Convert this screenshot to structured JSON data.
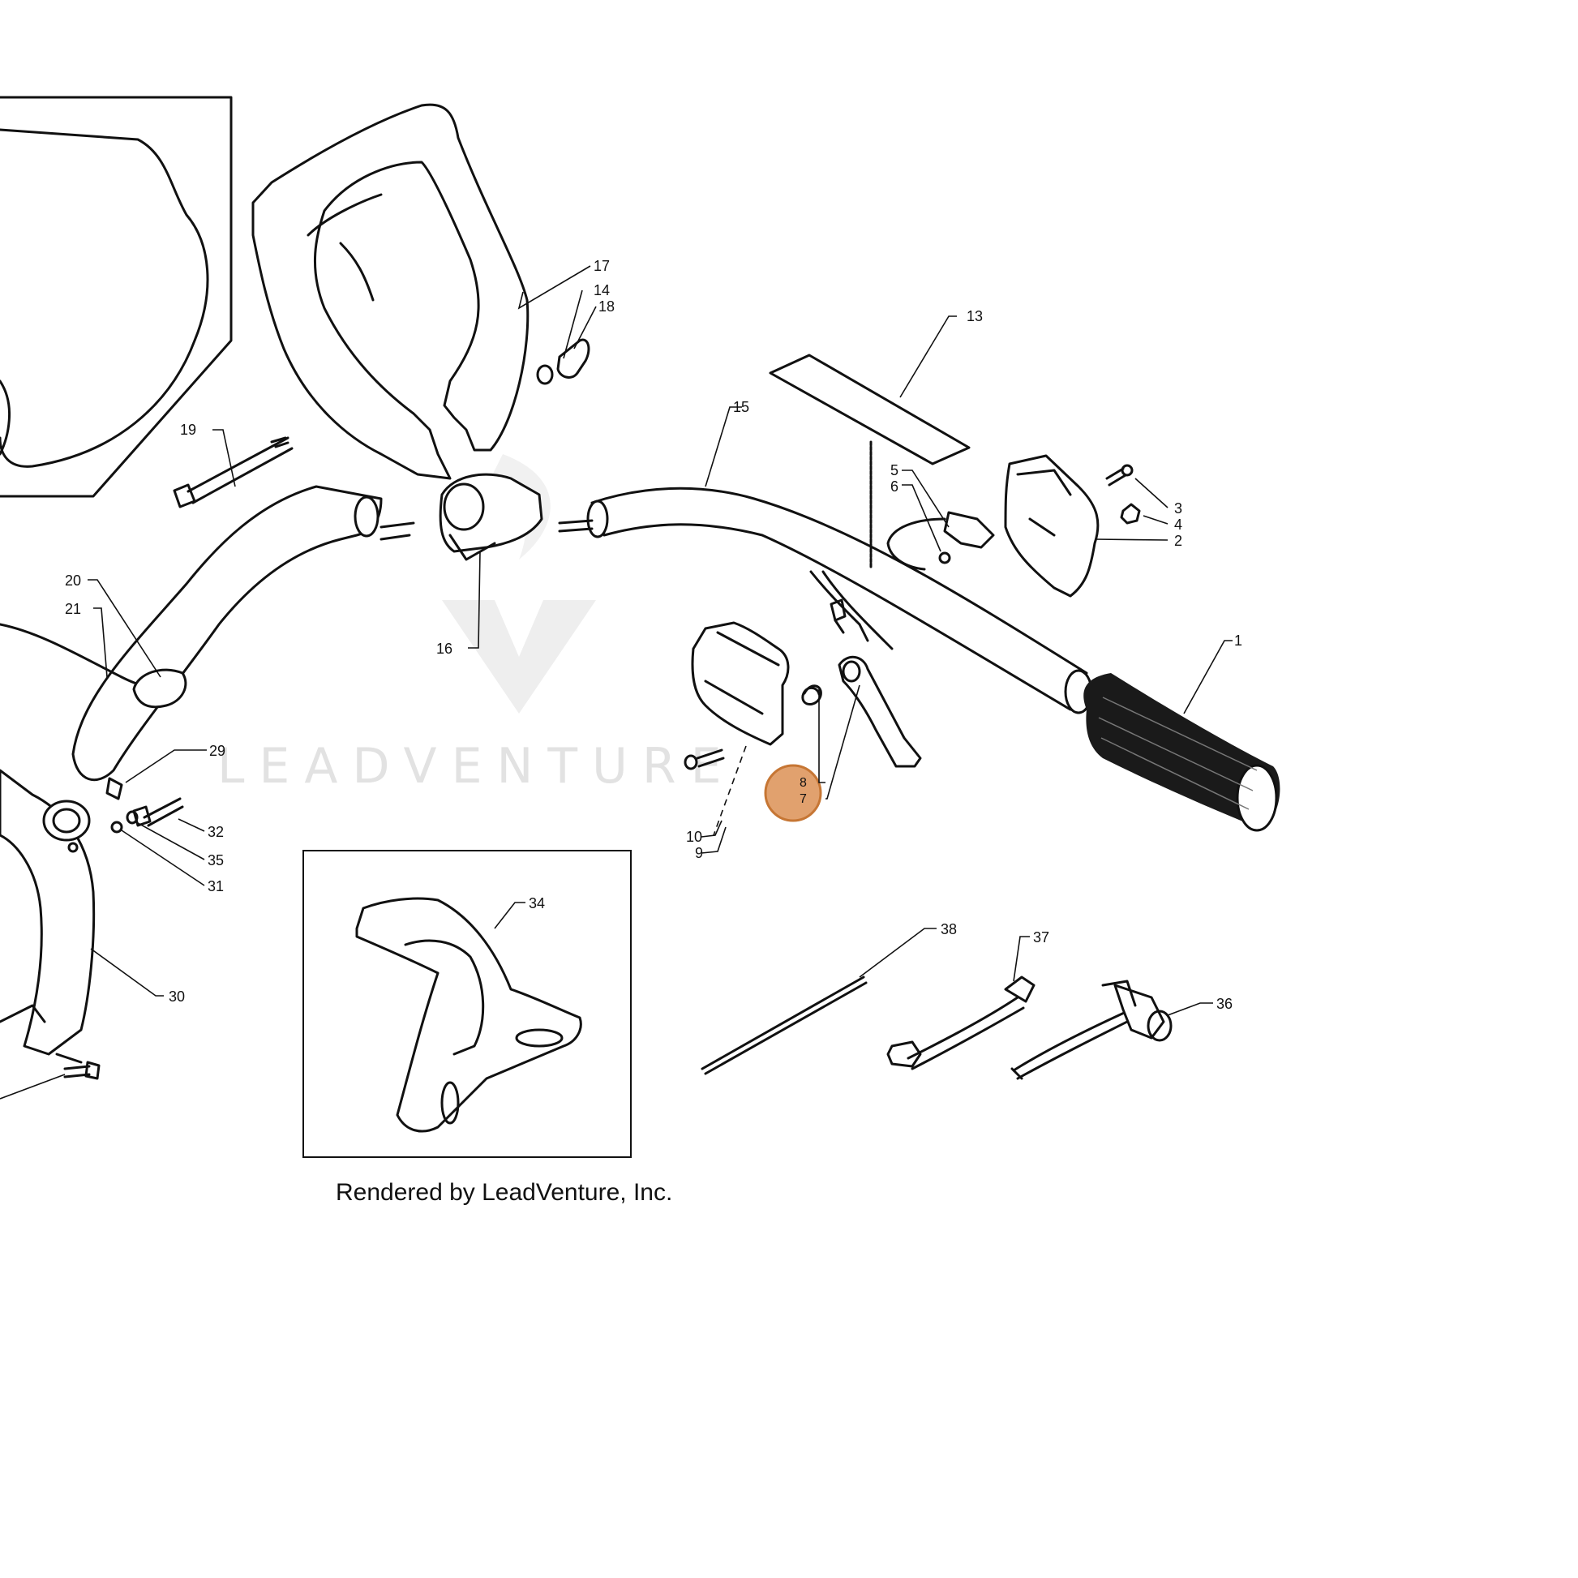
{
  "diagram": {
    "watermark_text": "LEADVENTURE",
    "caption": "Rendered by LeadVenture, Inc.",
    "highlight_color": "#d9894a",
    "callouts": [
      {
        "id": "c1",
        "text": "1"
      },
      {
        "id": "c2",
        "text": "2"
      },
      {
        "id": "c3",
        "text": "3"
      },
      {
        "id": "c4",
        "text": "4"
      },
      {
        "id": "c5",
        "text": "5"
      },
      {
        "id": "c6",
        "text": "6"
      },
      {
        "id": "c7",
        "text": "7"
      },
      {
        "id": "c8",
        "text": "8"
      },
      {
        "id": "c9",
        "text": "9"
      },
      {
        "id": "c10",
        "text": "10"
      },
      {
        "id": "c13",
        "text": "13"
      },
      {
        "id": "c14",
        "text": "14"
      },
      {
        "id": "c15",
        "text": "15"
      },
      {
        "id": "c16",
        "text": "16"
      },
      {
        "id": "c17",
        "text": "17"
      },
      {
        "id": "c18",
        "text": "18"
      },
      {
        "id": "c19",
        "text": "19"
      },
      {
        "id": "c20",
        "text": "20"
      },
      {
        "id": "c21",
        "text": "21"
      },
      {
        "id": "c29",
        "text": "29"
      },
      {
        "id": "c30",
        "text": "30"
      },
      {
        "id": "c31",
        "text": "31"
      },
      {
        "id": "c32",
        "text": "32"
      },
      {
        "id": "c34",
        "text": "34"
      },
      {
        "id": "c35",
        "text": "35"
      },
      {
        "id": "c36",
        "text": "36"
      },
      {
        "id": "c37",
        "text": "37"
      },
      {
        "id": "c38",
        "text": "38"
      }
    ]
  }
}
